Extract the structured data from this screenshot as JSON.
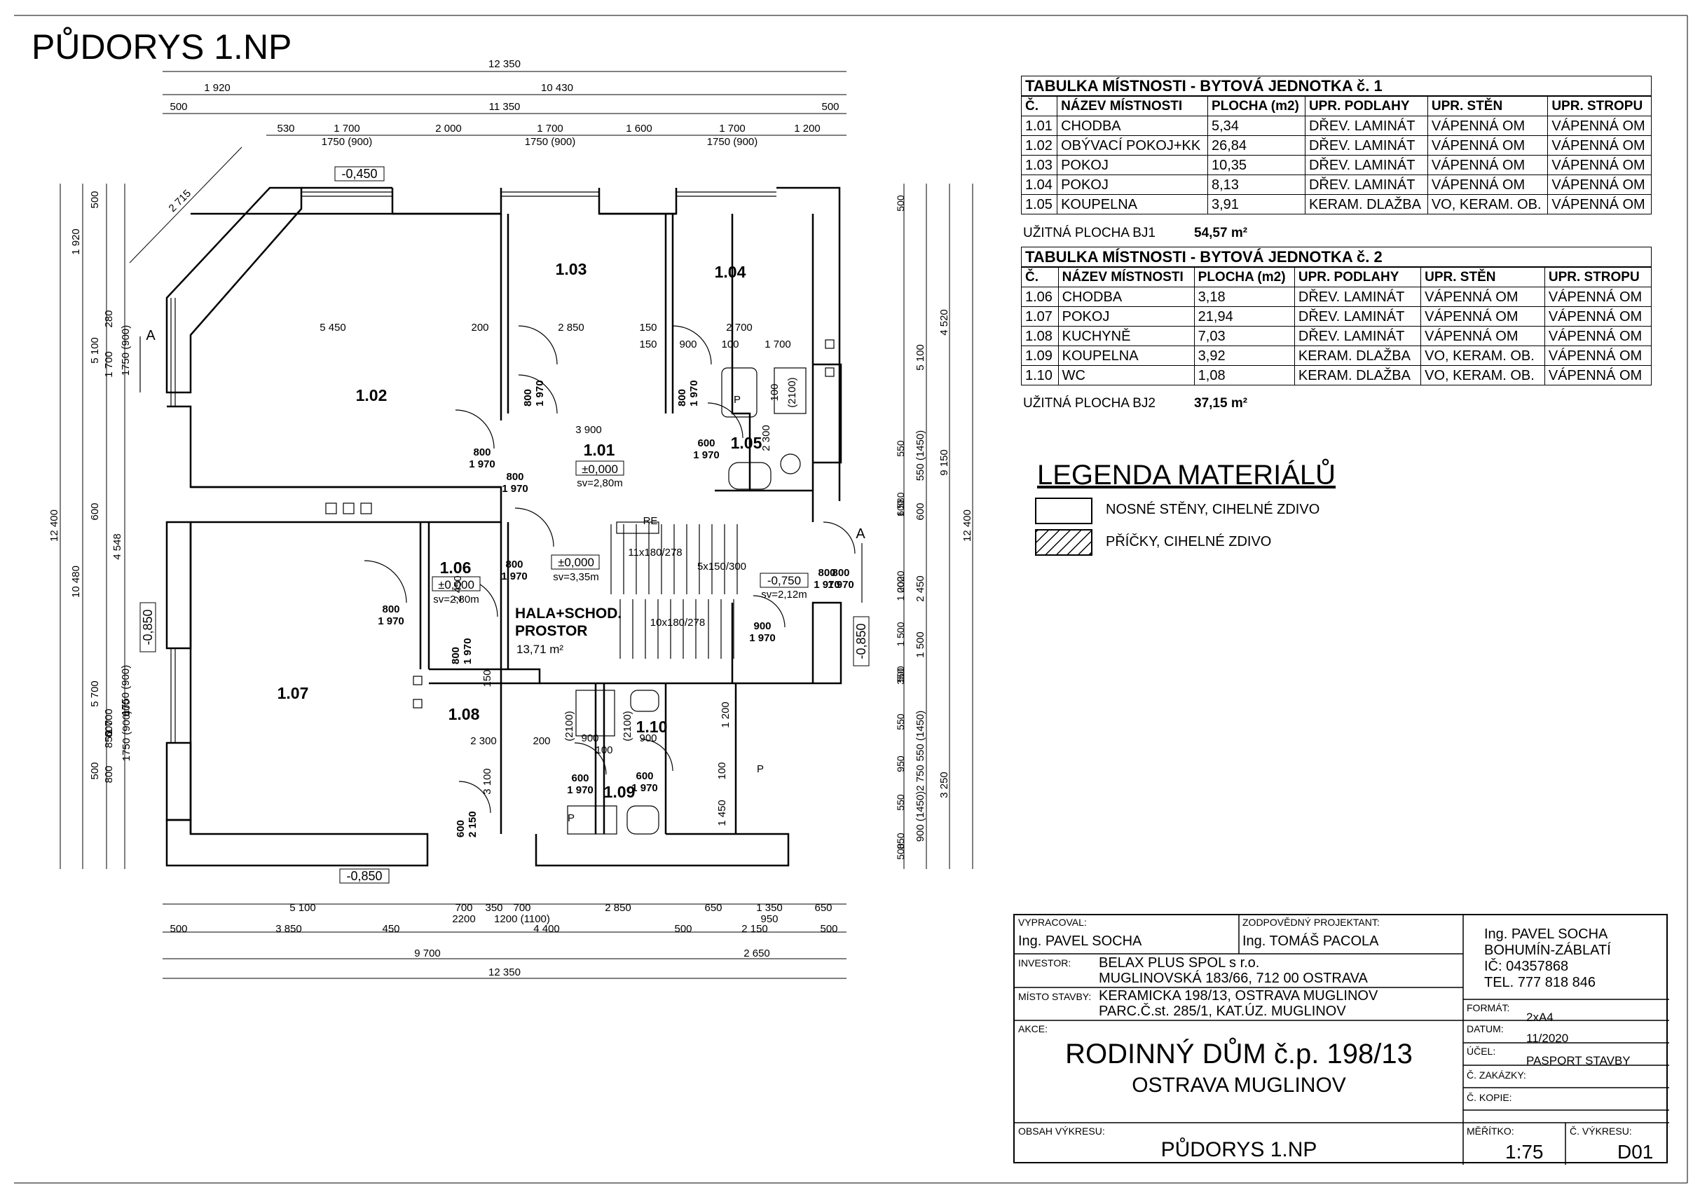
{
  "title": "PŮDORYS 1.NP",
  "table1": {
    "caption": "TABULKA MÍSTNOSTI - BYTOVÁ JEDNOTKA č. 1",
    "headers": [
      "Č.",
      "NÁZEV MÍSTNOSTI",
      "PLOCHA (m2)",
      "UPR. PODLAHY",
      "UPR. STĚN",
      "UPR. STROPU"
    ],
    "rows": [
      [
        "1.01",
        "CHODBA",
        "5,34",
        "DŘEV. LAMINÁT",
        "VÁPENNÁ OM",
        "VÁPENNÁ OM"
      ],
      [
        "1.02",
        "OBÝVACÍ POKOJ+KK",
        "26,84",
        "DŘEV. LAMINÁT",
        "VÁPENNÁ OM",
        "VÁPENNÁ OM"
      ],
      [
        "1.03",
        "POKOJ",
        "10,35",
        "DŘEV. LAMINÁT",
        "VÁPENNÁ OM",
        "VÁPENNÁ OM"
      ],
      [
        "1.04",
        "POKOJ",
        "8,13",
        "DŘEV. LAMINÁT",
        "VÁPENNÁ OM",
        "VÁPENNÁ OM"
      ],
      [
        "1.05",
        "KOUPELNA",
        "3,91",
        "KERAM. DLAŽBA",
        "VO, KERAM. OB.",
        "VÁPENNÁ OM"
      ]
    ],
    "util_label": "UŽITNÁ PLOCHA BJ1",
    "util_value": "54,57 m²"
  },
  "table2": {
    "caption": "TABULKA MÍSTNOSTI - BYTOVÁ JEDNOTKA č. 2",
    "headers": [
      "Č.",
      "NÁZEV MÍSTNOSTI",
      "PLOCHA (m2)",
      "UPR. PODLAHY",
      "UPR. STĚN",
      "UPR. STROPU"
    ],
    "rows": [
      [
        "1.06",
        "CHODBA",
        "3,18",
        "DŘEV. LAMINÁT",
        "VÁPENNÁ OM",
        "VÁPENNÁ OM"
      ],
      [
        "1.07",
        "POKOJ",
        "21,94",
        "DŘEV. LAMINÁT",
        "VÁPENNÁ OM",
        "VÁPENNÁ OM"
      ],
      [
        "1.08",
        "KUCHYNĚ",
        "7,03",
        "DŘEV. LAMINÁT",
        "VÁPENNÁ OM",
        "VÁPENNÁ OM"
      ],
      [
        "1.09",
        "KOUPELNA",
        "3,92",
        "KERAM. DLAŽBA",
        "VO, KERAM. OB.",
        "VÁPENNÁ OM"
      ],
      [
        "1.10",
        "WC",
        "1,08",
        "KERAM. DLAŽBA",
        "VO, KERAM. OB.",
        "VÁPENNÁ OM"
      ]
    ],
    "util_label": "UŽITNÁ PLOCHA BJ2",
    "util_value": "37,15 m²"
  },
  "legend": {
    "title": "LEGENDA MATERIÁLŮ",
    "items": [
      "NOSNÉ STĚNY, CIHELNÉ ZDIVO",
      "PŘÍČKY, CIHELNÉ ZDIVO"
    ]
  },
  "plan": {
    "rooms": [
      {
        "id": "1.01",
        "sub": "±0,000",
        "sv": "sv=2,80m"
      },
      {
        "id": "1.02"
      },
      {
        "id": "1.03"
      },
      {
        "id": "1.04"
      },
      {
        "id": "1.05"
      },
      {
        "id": "1.06",
        "sub": "±0,000",
        "sv": "sv=2,80m"
      },
      {
        "id": "1.07"
      },
      {
        "id": "1.08"
      },
      {
        "id": "1.09"
      },
      {
        "id": "1.10"
      }
    ],
    "hall": {
      "line1": "HALA+SCHOD.",
      "line2": "PROSTOR",
      "area": "13,71 m²",
      "level": "±0,000",
      "sv": "sv=3,35m"
    },
    "landing": {
      "level": "-0,750",
      "sv": "sv=2,12m"
    },
    "levels": [
      "-0,450",
      "-0,850",
      "-0,850",
      "-0,850"
    ],
    "stairs": [
      "11x180/278",
      "5x150/300",
      "10x180/278",
      "RE"
    ],
    "section_marks": [
      "A",
      "A"
    ],
    "north": "S",
    "doors": [
      {
        "w": "800",
        "h": "1 970"
      },
      {
        "w": "800",
        "h": "1 970"
      },
      {
        "w": "800",
        "h": "1 970"
      },
      {
        "w": "800",
        "h": "1 970"
      },
      {
        "w": "600",
        "h": "1 970"
      },
      {
        "w": "800",
        "h": "1 970"
      },
      {
        "w": "800",
        "h": "1 970"
      },
      {
        "w": "800",
        "h": "1 970"
      },
      {
        "w": "800",
        "h": "1 970"
      },
      {
        "w": "900",
        "h": "1 970"
      },
      {
        "w": "800",
        "h": "1 970"
      },
      {
        "w": "600",
        "h": "1 970"
      },
      {
        "w": "600",
        "h": "1 970"
      },
      {
        "w": "600",
        "h": "2 150"
      }
    ],
    "top_dims_1": [
      "12 350"
    ],
    "top_dims_2": [
      "1 920",
      "10 430"
    ],
    "top_dims_3": [
      "500",
      "11 350",
      "500"
    ],
    "top_dims_4": [
      "530",
      "1 700",
      "2 000",
      "1 700",
      "1 600",
      "1 700",
      "1 200"
    ],
    "top_windows": [
      "1750 (900)",
      "1750 (900)",
      "1750 (900)"
    ],
    "diag_dim": "2 715",
    "bottom_dims_1": [
      "5 100",
      "700",
      "350",
      "700",
      "2 850",
      "650",
      "1 350",
      "650"
    ],
    "bottom_dims_1b": [
      "2200",
      "1200 (1100)",
      "950"
    ],
    "bottom_dims_2": [
      "500",
      "3 850",
      "450",
      "4 400",
      "500",
      "2 150",
      "500"
    ],
    "bottom_dims_3": [
      "9 700",
      "2 650"
    ],
    "bottom_dims_4": [
      "12 350"
    ],
    "left_dims_outer": [
      "12 400"
    ],
    "left_dims_mid": [
      "1 920",
      "10 480"
    ],
    "left_dims_inner": [
      "5 100",
      "600",
      "4 548",
      "5 700"
    ],
    "left_dims_win": [
      "500",
      "280",
      "1 700",
      "1750 (900)",
      "600",
      "1 700",
      "1750 (900)",
      "600",
      "850",
      "1750 (900)",
      "800",
      "500"
    ],
    "right_dims_outer": [
      "12 400"
    ],
    "right_dims_mid": [
      "4 520",
      "9 150",
      "3 250"
    ],
    "right_dims_inner": [
      "5 100",
      "550 (1450)",
      "600",
      "2 450",
      "1 500",
      "550 (1450)",
      "2 750",
      "900 (1450)"
    ],
    "right_dims_win": [
      "500",
      "550",
      "1 580",
      "600",
      "1 000",
      "2020",
      "1 500",
      "350",
      "500",
      "550",
      "950",
      "550",
      "850",
      "500"
    ],
    "interior_dims": [
      "5 450",
      "200",
      "2 850",
      "150",
      "2 700",
      "150",
      "900",
      "100",
      "1 700",
      "3 900",
      "2 300",
      "100",
      "(2100)",
      "2 450",
      "150",
      "2 300",
      "200",
      "3 100",
      "900",
      "100",
      "900",
      "(2100)",
      "(2100)",
      "1 200",
      "100",
      "1 450",
      "P",
      "P",
      "P"
    ]
  },
  "titleblock": {
    "vypracoval_label": "VYPRACOVAL:",
    "vypracoval": "Ing. PAVEL SOCHA",
    "zodp_label": "ZODPOVĚDNÝ PROJEKTANT:",
    "zodp": "Ing. TOMÁŠ PACOLA",
    "firm": [
      "Ing. PAVEL SOCHA",
      "BOHUMÍN-ZÁBLATÍ",
      "IČ: 04357868",
      "TEL. 777 818 846"
    ],
    "investor_label": "INVESTOR:",
    "investor": [
      "BELAX PLUS SPOL s r.o.",
      "MUGLINOVSKÁ 183/66, 712 00 OSTRAVA"
    ],
    "misto_label": "MÍSTO STAVBY:",
    "misto": [
      "KERAMICKA  198/13, OSTRAVA MUGLINOV",
      "PARC.Č.st. 285/1, KAT.ÚZ. MUGLINOV"
    ],
    "akce_label": "AKCE:",
    "akce": [
      "RODINNÝ DŮM č.p. 198/13",
      "OSTRAVA MUGLINOV"
    ],
    "format_label": "FORMÁT:",
    "format": "2xA4",
    "datum_label": "DATUM:",
    "datum": "11/2020",
    "ucel_label": "ÚČEL:",
    "ucel": "PASPORT STAVBY",
    "zakazky_label": "Č. ZAKÁZKY:",
    "kopie_label": "Č. KOPIE:",
    "obsah_label": "OBSAH VÝKRESU:",
    "obsah": "PŮDORYS 1.NP",
    "meritko_label": "MĚŘÍTKO:",
    "meritko": "1:75",
    "cislo_label": "Č. VÝKRESU:",
    "cislo": "D01"
  }
}
